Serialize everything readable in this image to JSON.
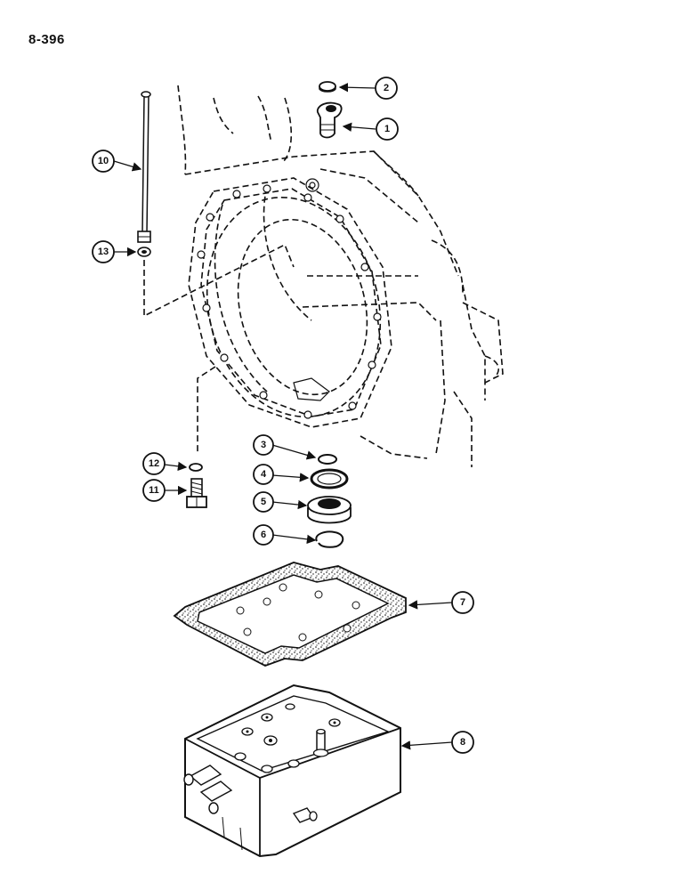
{
  "page": {
    "code": "8-396"
  },
  "callouts": [
    "1",
    "2",
    "3",
    "4",
    "5",
    "6",
    "7",
    "8",
    "10",
    "11",
    "12",
    "13"
  ]
}
